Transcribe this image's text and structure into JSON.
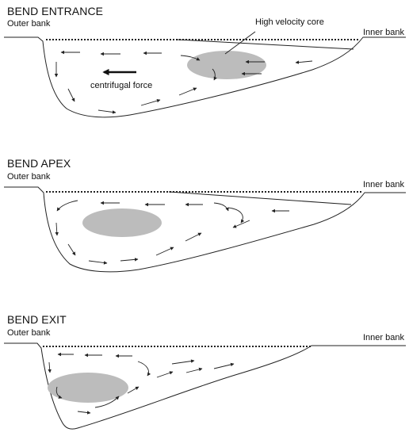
{
  "sections": [
    {
      "id": "entrance",
      "title": "BEND ENTRANCE",
      "outer_bank": "Outer bank",
      "inner_bank": "Inner bank",
      "core_label": "High velocity core",
      "force_label": "centrifugal force"
    },
    {
      "id": "apex",
      "title": "BEND APEX",
      "outer_bank": "Outer bank",
      "inner_bank": "Inner bank"
    },
    {
      "id": "exit",
      "title": "BEND EXIT",
      "outer_bank": "Outer bank",
      "inner_bank": "Inner bank"
    }
  ],
  "colors": {
    "core_fill": "#bcbcbc",
    "line": "#222222"
  }
}
